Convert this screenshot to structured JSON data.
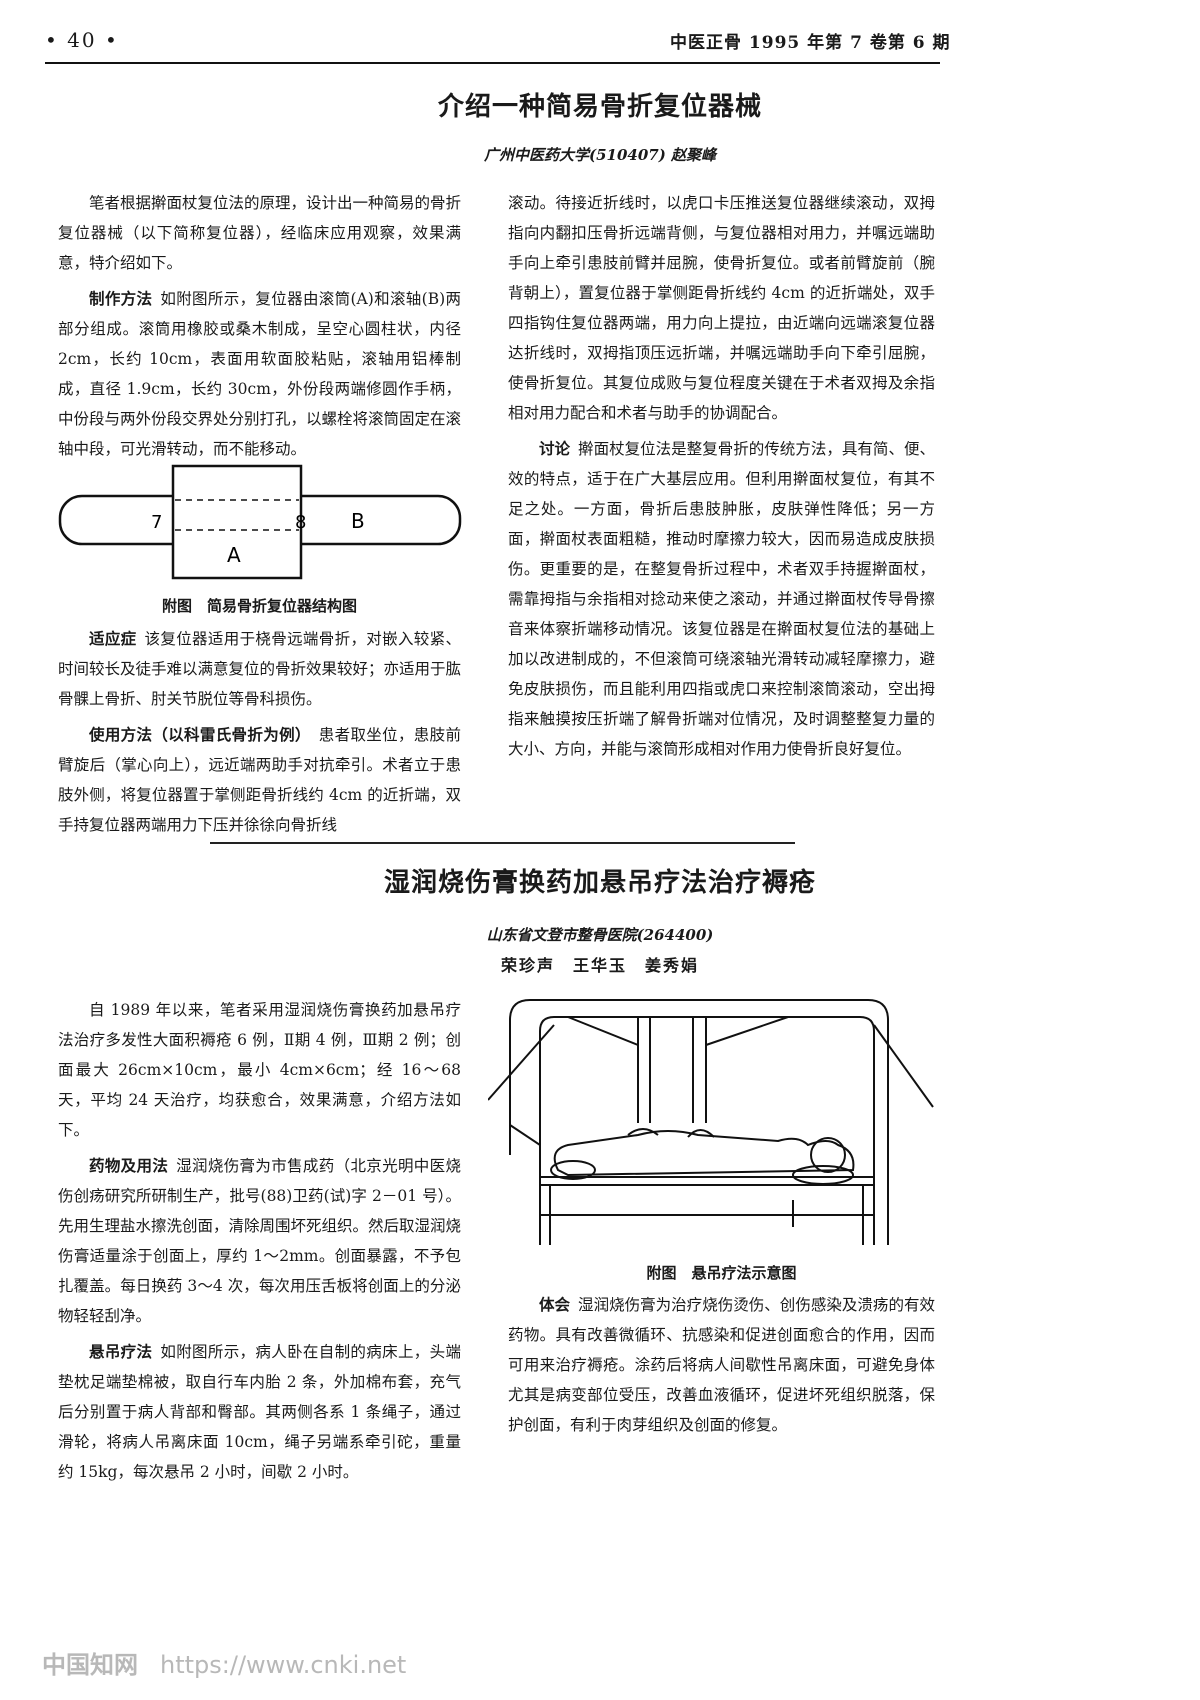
{
  "header": {
    "page_number": "• 40 •",
    "journal": "中医正骨 1995 年第 7 卷第 6 期"
  },
  "article1": {
    "title": "介绍一种简易骨折复位器械",
    "affiliation": "广州中医药大学(510407)  赵聚峰",
    "paragraphs": [
      {
        "lead": "",
        "text": "笔者根据擀面杖复位法的原理，设计出一种简易的骨折复位器械（以下简称复位器），经临床应用观察，效果满意，特介绍如下。"
      },
      {
        "lead": "制作方法",
        "text": "如附图所示，复位器由滚筒(A)和滚轴(B)两部分组成。滚筒用橡胶或桑木制成，呈空心圆柱状，内径 2cm，长约 10cm，表面用软面胶粘贴，滚轴用铝棒制成，直径 1.9cm，长约 30cm，外份段两端修圆作手柄，中份段与两外份段交界处分别打孔，以螺栓将滚筒固定在滚轴中段，可光滑转动，而不能移动。"
      }
    ],
    "figure_caption": "附图　简易骨折复位器结构图",
    "figure_labels": {
      "a": "A",
      "b": "B",
      "left_mark": "7",
      "right_mark": "8"
    },
    "paragraphs_after_figure": [
      {
        "lead": "适应症",
        "text": "该复位器适用于桡骨远端骨折，对嵌入较紧、时间较长及徒手难以满意复位的骨折效果较好；亦适用于肱骨髁上骨折、肘关节脱位等骨科损伤。"
      },
      {
        "lead": "使用方法（以科雷氏骨折为例）",
        "text": "患者取坐位，患肢前臂旋后（掌心向上），远近端两助手对抗牵引。术者立于患肢外侧，将复位器置于掌侧距骨折线约 4cm 的近折端，双手持复位器两端用力下压并徐徐向骨折线"
      }
    ],
    "right_column": [
      {
        "lead": "",
        "noindent": true,
        "text": "滚动。待接近折线时，以虎口卡压推送复位器继续滚动，双拇指向内翻扣压骨折远端背侧，与复位器相对用力，并嘱远端助手向上牵引患肢前臂并屈腕，使骨折复位。或者前臂旋前（腕背朝上），置复位器于掌侧距骨折线约 4cm 的近折端处，双手四指钩住复位器两端，用力向上提拉，由近端向远端滚复位器达折线时，双拇指顶压远折端，并嘱远端助手向下牵引屈腕，使骨折复位。其复位成败与复位程度关键在于术者双拇及余指相对用力配合和术者与助手的协调配合。"
      },
      {
        "lead": "讨论",
        "noindent": false,
        "text": "擀面杖复位法是整复骨折的传统方法，具有简、便、效的特点，适于在广大基层应用。但利用擀面杖复位，有其不足之处。一方面，骨折后患肢肿胀，皮肤弹性降低；另一方面，擀面杖表面粗糙，推动时摩擦力较大，因而易造成皮肤损伤。更重要的是，在整复骨折过程中，术者双手持握擀面杖，需靠拇指与余指相对捻动来使之滚动，并通过擀面杖传导骨擦音来体察折端移动情况。该复位器是在擀面杖复位法的基础上加以改进制成的，不但滚筒可绕滚轴光滑转动减轻摩擦力，避免皮肤损伤，而且能利用四指或虎口来控制滚筒滚动，空出拇指来触摸按压折端了解骨折端对位情况，及时调整整复力量的大小、方向，并能与滚筒形成相对作用力使骨折良好复位。"
      }
    ]
  },
  "article2": {
    "title": "湿润烧伤膏换药加悬吊疗法治疗褥疮",
    "affiliation": "山东省文登市整骨医院(264400)",
    "authors": "荣珍声　王华玉　姜秀娟",
    "left_column": [
      {
        "lead": "",
        "text": "自 1989 年以来，笔者采用湿润烧伤膏换药加悬吊疗法治疗多发性大面积褥疮 6 例，Ⅱ期 4 例，Ⅲ期 2 例；创面最大 26cm×10cm，最小 4cm×6cm；经 16～68 天，平均 24 天治疗，均获愈合，效果满意，介绍方法如下。"
      },
      {
        "lead": "药物及用法",
        "text": "湿润烧伤膏为市售成药（北京光明中医烧伤创疡研究所研制生产，批号(88)卫药(试)字 2－01 号）。先用生理盐水擦洗创面，清除周围坏死组织。然后取湿润烧伤膏适量涂于创面上，厚约 1～2mm。创面暴露，不予包扎覆盖。每日换药 3～4 次，每次用压舌板将创面上的分泌物轻轻刮净。"
      },
      {
        "lead": "悬吊疗法",
        "text": "如附图所示，病人卧在自制的病床上，头端垫枕足端垫棉被，取自行车内胎 2 条，外加棉布套，充气后分别置于病人背部和臀部。其两侧各系 1 条绳子，通过滑轮，将病人吊离床面 10cm，绳子另端系牵引砣，重量约 15kg，每次悬吊 2 小时，间歇 2 小时。"
      }
    ],
    "figure_caption": "附图　悬吊疗法示意图",
    "right_column": [
      {
        "lead": "体会",
        "text": "湿润烧伤膏为治疗烧伤烫伤、创伤感染及溃疡的有效药物。具有改善微循环、抗感染和促进创面愈合的作用，因而可用来治疗褥疮。涂药后将病人间歇性吊离床面，可避免身体尤其是病变部位受压，改善血液循环，促进坏死组织脱落，保护创面，有利于肉芽组织及创面的修复。"
      }
    ]
  },
  "watermark": {
    "brand": "中国知网",
    "url": "https://www.cnki.net"
  }
}
